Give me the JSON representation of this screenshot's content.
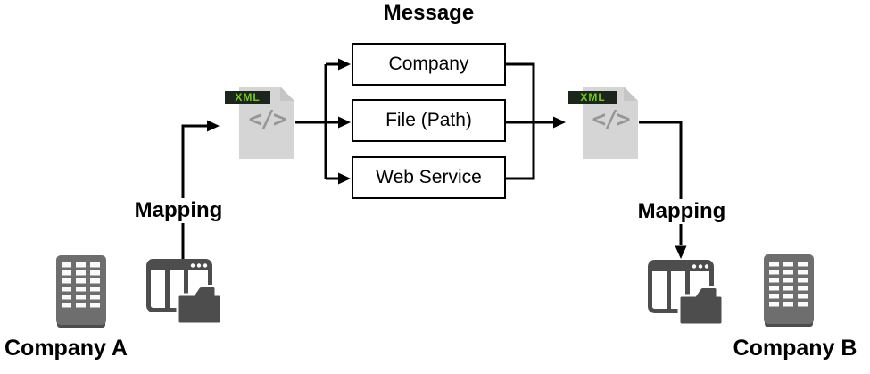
{
  "diagram": {
    "title": "Message",
    "targets": [
      {
        "label": "Company"
      },
      {
        "label": "File (Path)"
      },
      {
        "label": "Web Service"
      }
    ],
    "xml_file": {
      "badge": "XML",
      "code_glyph": "</>"
    },
    "mapping_left": "Mapping",
    "mapping_right": "Mapping",
    "company_left": "Company A",
    "company_right": "Company B",
    "colors": {
      "line": "#000000",
      "box_border": "#000000",
      "box_fill": "#ffffff",
      "xml_badge_bg": "#1c261c",
      "xml_badge_text": "#70cc15",
      "document_gray": "#d5d5d5",
      "document_fold": "#c6c6c6",
      "code_glyph_gray": "#969696",
      "icon_dark_gray": "#4d4d4d",
      "building_gray": "#6e6e6e",
      "building_window": "#fafafa"
    }
  }
}
